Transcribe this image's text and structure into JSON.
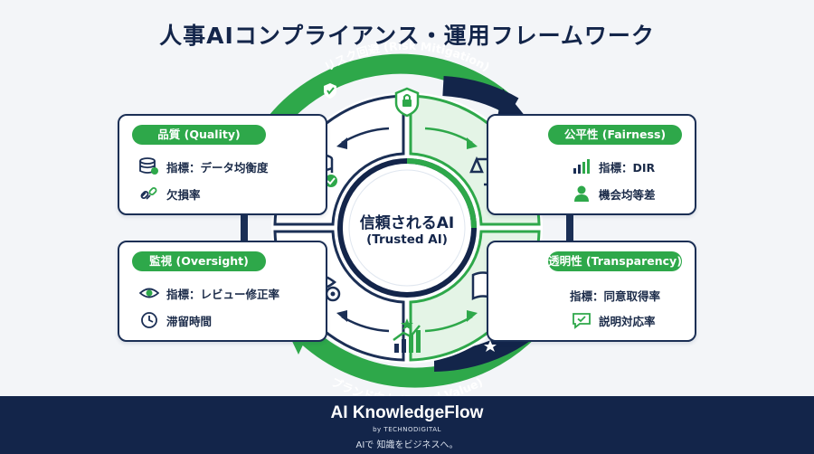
{
  "title": "人事AIコンプライアンス・運用フレームワーク",
  "center": {
    "title": "信頼されるAI",
    "subtitle": "(Trusted AI)"
  },
  "arcs": {
    "top": "リスク回避 (Risk Mitigation)",
    "bottom": "ブランド向上 (Brand Value)"
  },
  "cards": {
    "quality": {
      "label": "品質 (Quality)",
      "items": [
        "指標：データ均衡度",
        "欠損率"
      ]
    },
    "fairness": {
      "label": "公平性 (Fairness)",
      "items": [
        "指標：DIR",
        "機会均等差"
      ]
    },
    "oversight": {
      "label": "監視 (Oversight)",
      "items": [
        "指標：レビュー修正率",
        "滞留時間"
      ]
    },
    "transparency": {
      "label": "透明性 (Transparency)",
      "items": [
        "指標：同意取得率",
        "説明対応率"
      ]
    }
  },
  "footer": {
    "brand": "AI KnowledgeFlow",
    "by": "by TECHNODIGITAL",
    "tagline": "AIで 知識をビジネスへ。"
  },
  "colors": {
    "navy": "#13254a",
    "green": "#2ea84a",
    "light_green": "#e4f4e6"
  }
}
